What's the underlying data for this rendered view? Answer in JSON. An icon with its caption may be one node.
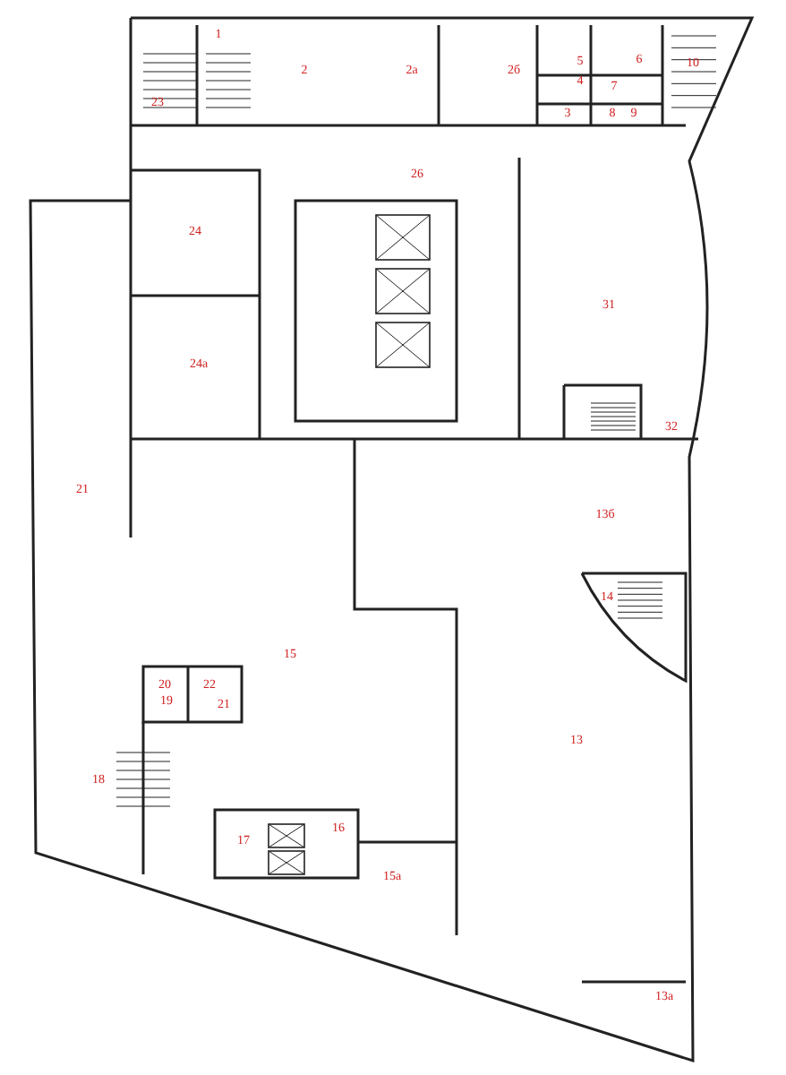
{
  "diagram": {
    "labels": [
      "1",
      "23",
      "2",
      "2а",
      "2б",
      "5",
      "6",
      "4",
      "7",
      "3",
      "8",
      "9",
      "10",
      "26",
      "24",
      "31",
      "24а",
      "32",
      "21",
      "13б",
      "14",
      "15",
      "20",
      "22",
      "19",
      "21",
      "13",
      "18",
      "16",
      "17",
      "15а",
      "13а"
    ]
  }
}
